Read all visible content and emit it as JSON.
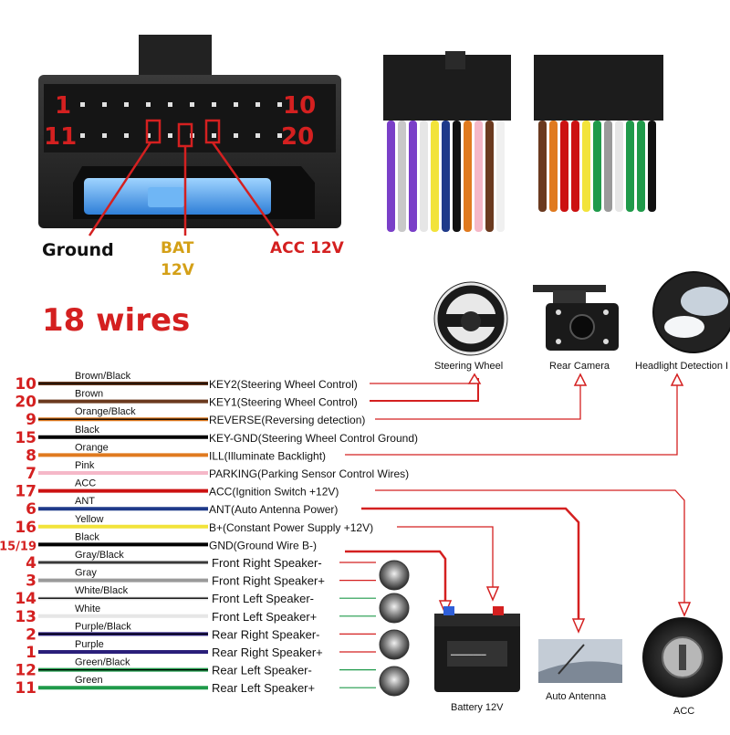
{
  "connector": {
    "pin_label_1": "1",
    "pin_label_10": "10",
    "pin_label_11": "11",
    "pin_label_20": "20",
    "ground_label": "Ground",
    "bat_label_line1": "BAT",
    "bat_label_line2": "12V",
    "acc_label": "ACC 12V"
  },
  "heading": "18 wires",
  "peripherals": {
    "steering_wheel": "Steering Wheel",
    "rear_camera": "Rear Camera",
    "headlight": "Headlight Detection I",
    "battery": "Battery 12V",
    "antenna": "Auto Antenna",
    "acc": "ACC"
  },
  "wires": [
    {
      "pin": "10",
      "color_name": "Brown/Black",
      "function": "KEY2(Steering Wheel Control)",
      "color": "#6b3a1f",
      "stripe": "#000000"
    },
    {
      "pin": "20",
      "color_name": "Brown",
      "function": "KEY1(Steering Wheel Control)",
      "color": "#6b3a1f",
      "stripe": ""
    },
    {
      "pin": "9",
      "color_name": "Orange/Black",
      "function": "REVERSE(Reversing detection)",
      "color": "#e07a1f",
      "stripe": "#000000"
    },
    {
      "pin": "15",
      "color_name": "Black",
      "function": "KEY-GND(Steering Wheel Control Ground)",
      "color": "#000000",
      "stripe": ""
    },
    {
      "pin": "8",
      "color_name": "Orange",
      "function": "ILL(Illuminate Backlight)",
      "color": "#e07a1f",
      "stripe": ""
    },
    {
      "pin": "7",
      "color_name": "Pink",
      "function": "PARKING(Parking Sensor Control Wires)",
      "color": "#f5b8c8",
      "stripe": ""
    },
    {
      "pin": "17",
      "color_name": "ACC",
      "function": "ACC(Ignition Switch +12V)",
      "color": "#cc1111",
      "stripe": ""
    },
    {
      "pin": "6",
      "color_name": "ANT",
      "function": "ANT(Auto Antenna Power)",
      "color": "#1f3a8a",
      "stripe": ""
    },
    {
      "pin": "16",
      "color_name": "Yellow",
      "function": "B+(Constant Power Supply +12V)",
      "color": "#f2e33a",
      "stripe": ""
    },
    {
      "pin": "15/19",
      "color_name": "Black",
      "function": "GND(Ground Wire B-)",
      "color": "#000000",
      "stripe": ""
    },
    {
      "pin": "4",
      "color_name": "Gray/Black",
      "function": "Front Right Speaker-",
      "color": "#9a9a9a",
      "stripe": "#000000"
    },
    {
      "pin": "3",
      "color_name": "Gray",
      "function": "Front Right Speaker+",
      "color": "#9a9a9a",
      "stripe": ""
    },
    {
      "pin": "14",
      "color_name": "White/Black",
      "function": "Front Left Speaker-",
      "color": "#e6e6e6",
      "stripe": "#000000"
    },
    {
      "pin": "13",
      "color_name": "White",
      "function": "Front Left Speaker+",
      "color": "#e6e6e6",
      "stripe": ""
    },
    {
      "pin": "2",
      "color_name": "Purple/Black",
      "function": "Rear Right Speaker-",
      "color": "#2a1f7a",
      "stripe": "#000000"
    },
    {
      "pin": "1",
      "color_name": "Purple",
      "function": "Rear Right Speaker+",
      "color": "#2a1f7a",
      "stripe": ""
    },
    {
      "pin": "12",
      "color_name": "Green/Black",
      "function": "Rear Left Speaker-",
      "color": "#1f9a4a",
      "stripe": "#000000"
    },
    {
      "pin": "11",
      "color_name": "Green",
      "function": "Rear Left Speaker+",
      "color": "#1f9a4a",
      "stripe": ""
    }
  ],
  "colors": {
    "accent_red": "#d42020",
    "bat_gold": "#d4a017",
    "arrow_red": "#d42020"
  }
}
